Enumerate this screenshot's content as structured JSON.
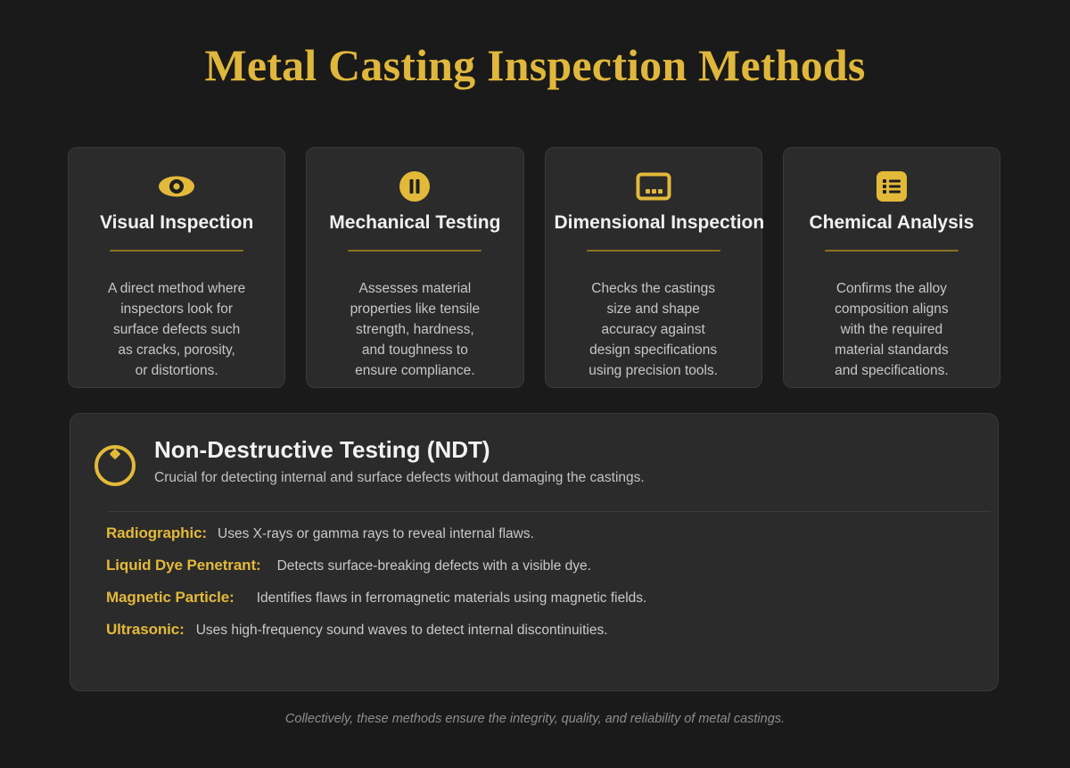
{
  "header": {
    "title": "Metal Casting Inspection Methods",
    "title_color": "#dfb73c"
  },
  "theme": {
    "background": "#1a1a1a",
    "card_background": "#2b2b2b",
    "card_border": "#3a3a3a",
    "gold": "#e3b93a",
    "gold_dim": "#8a7020",
    "text_primary": "#f0f0f0",
    "text_secondary": "#c6c6c6",
    "text_muted": "#8e8e8e"
  },
  "cards": [
    {
      "icon": "eye-icon",
      "title": "Visual Inspection",
      "body": "A direct method where\ninspectors look for\nsurface defects such\nas cracks, porosity,\nor distortions."
    },
    {
      "icon": "pause-circle-icon",
      "title": "Mechanical Testing",
      "body": "Assesses material\nproperties like tensile\nstrength, hardness,\nand toughness to\nensure compliance."
    },
    {
      "icon": "measure-frame-icon",
      "title": "Dimensional Inspection",
      "body": "Checks the castings\nsize and shape\naccuracy against\ndesign specifications\nusing precision tools."
    },
    {
      "icon": "list-icon",
      "title": "Chemical Analysis",
      "body": "Confirms the alloy\ncomposition aligns\nwith the required\nmaterial standards\nand specifications."
    }
  ],
  "ndt": {
    "icon": "radar-circle-icon",
    "heading": "Non-Destructive Testing (NDT)",
    "subtitle": "Crucial for detecting internal and surface defects without damaging the castings.",
    "methods": [
      {
        "label": "Radiographic:",
        "description": "Uses X-rays or gamma rays to reveal internal flaws."
      },
      {
        "label": "Liquid Dye Penetrant:",
        "description": "Detects surface-breaking defects with a visible dye."
      },
      {
        "label": "Magnetic Particle:",
        "description": "Identifies flaws in ferromagnetic materials using magnetic fields."
      },
      {
        "label": "Ultrasonic:",
        "description": "Uses high-frequency sound waves to detect internal discontinuities."
      }
    ]
  },
  "footer": {
    "note": "Collectively, these methods ensure the integrity, quality, and reliability of metal castings."
  }
}
